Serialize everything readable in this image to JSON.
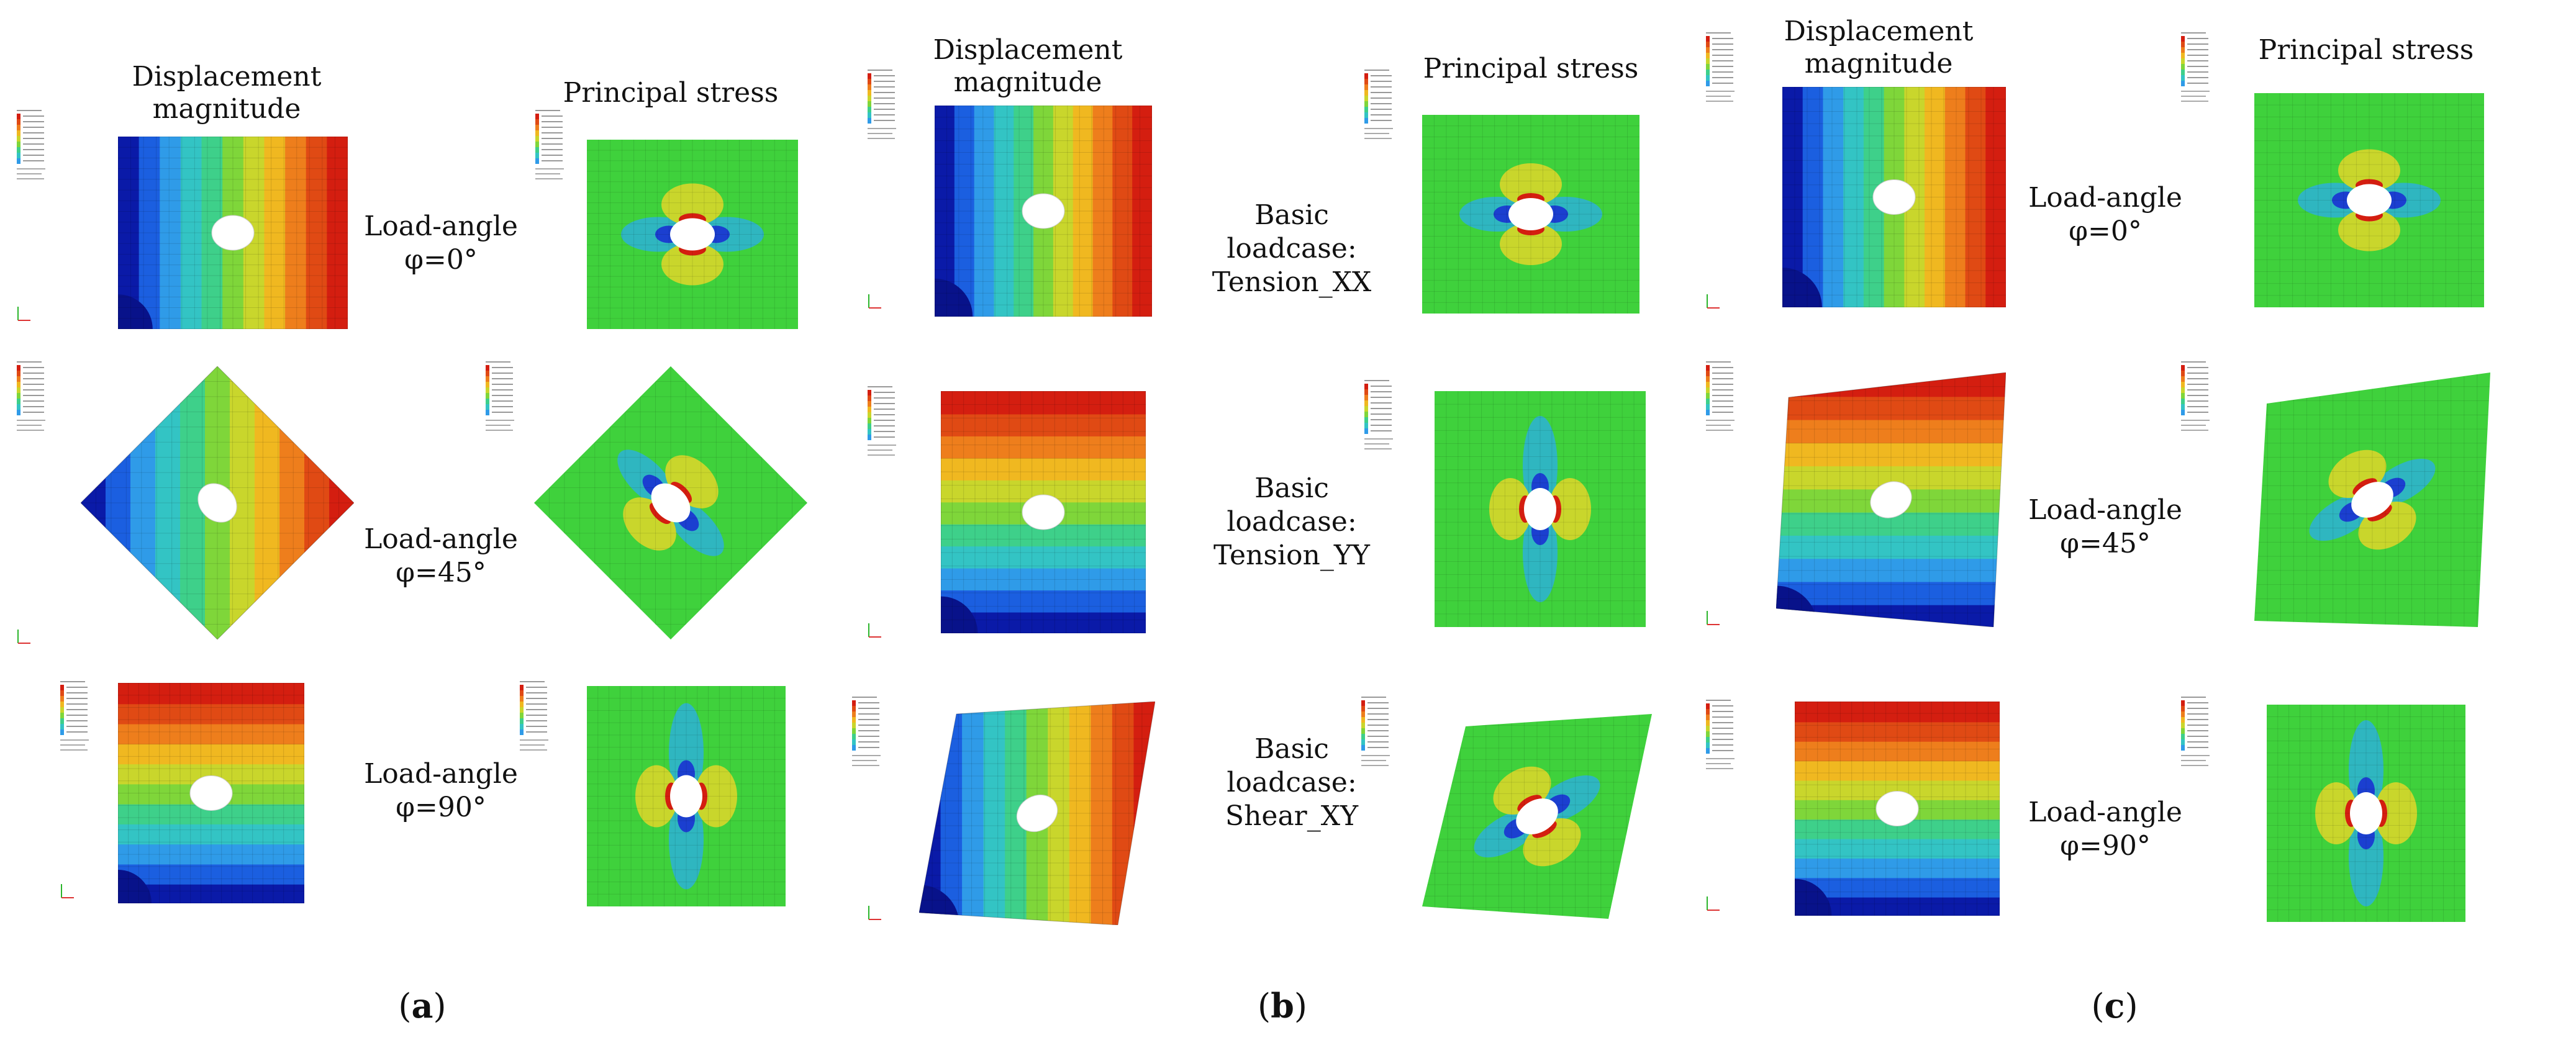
{
  "headers": {
    "a_disp": "Displacement magnitude",
    "a_stress": "Principal stress",
    "b_disp": "Displacement magnitude",
    "b_stress": "Principal stress",
    "c_disp": "Displacement magnitude",
    "c_stress": "Principal stress"
  },
  "labels_a": [
    {
      "line1": "Load-angle",
      "line2": "φ=0°"
    },
    {
      "line1": "Load-angle",
      "line2": "φ=45°"
    },
    {
      "line1": "Load-angle",
      "line2": "φ=90°"
    }
  ],
  "labels_b": [
    {
      "line1": "Basic",
      "line2": "loadcase:",
      "line3": "Tension_XX"
    },
    {
      "line1": "Basic",
      "line2": "loadcase:",
      "line3": "Tension_YY"
    },
    {
      "line1": "Basic",
      "line2": "loadcase:",
      "line3": "Shear_XY"
    }
  ],
  "labels_c": [
    {
      "line1": "Load-angle",
      "line2": "φ=0°"
    },
    {
      "line1": "Load-angle",
      "line2": "φ=45°"
    },
    {
      "line1": "Load-angle",
      "line2": "φ=90°"
    }
  ],
  "subfigures": {
    "a": {
      "open": "(",
      "letter": "a",
      "close": ")"
    },
    "b": {
      "open": "(",
      "letter": "b",
      "close": ")"
    },
    "c": {
      "open": "(",
      "letter": "c",
      "close": ")"
    }
  },
  "colors": {
    "stress_green": "#3fd13c",
    "hole": "#ffffff",
    "text": "#111111"
  }
}
